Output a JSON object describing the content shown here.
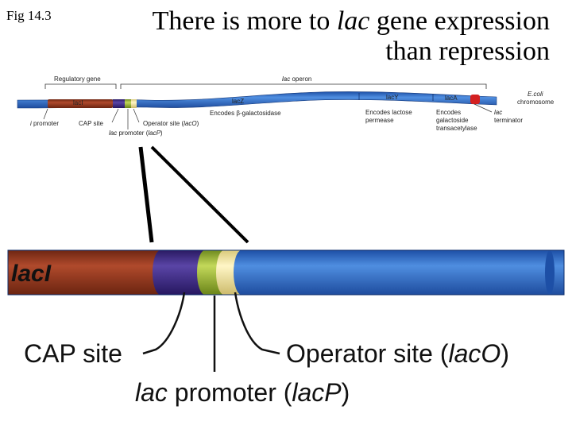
{
  "fig_label": "Fig 14.3",
  "title": {
    "pre": "There is more to ",
    "italic": "lac",
    "post": " gene expression than repression"
  },
  "top_diagram": {
    "regulatory_gene": "Regulatory gene",
    "lac_operon_italic": "lac",
    "lac_operon_rest": " operon",
    "genes": {
      "lacI": "lacI",
      "lacZ": "lacZ",
      "lacY": "lacY",
      "lacA": "lacA"
    },
    "ecoli_italic": "E.coli",
    "chromosome": "chromosome",
    "i_promoter_italic": "i",
    "i_promoter_rest": " promoter",
    "cap_site": "CAP site",
    "operator_pre": "Operator site (",
    "operator_italic": "lacO",
    "operator_post": ")",
    "encodes_beta": "Encodes β-galactosidase",
    "lac_promoter_italic1": "lac",
    "lac_promoter_mid": " promoter (",
    "lac_promoter_italic2": "lacP",
    "lac_promoter_post": ")",
    "lacY_desc_1": "Encodes lactose",
    "lacY_desc_2": "permease",
    "lacA_desc_1": "Encodes",
    "lacA_desc_2": "galactoside",
    "lacA_desc_3": "transacetylase",
    "terminator_italic": "lac",
    "terminator_rest": "terminator"
  },
  "zoom_diagram": {
    "lacI": "lacI",
    "cap_site": "CAP site",
    "operator_pre": "Operator site (",
    "operator_italic": "lacO",
    "operator_post": ")",
    "lac_promoter_italic1": "lac",
    "lac_promoter_mid": " promoter (",
    "lac_promoter_italic2": "lacP",
    "lac_promoter_post": ")"
  },
  "colors": {
    "dna_blue": "#2f6fcf",
    "laci_red": "#9b3b22",
    "cap_purple": "#3e2a86",
    "promoter_green": "#9cb83a",
    "operator_yellow": "#f3e7a0",
    "terminator_red": "#d42020"
  }
}
